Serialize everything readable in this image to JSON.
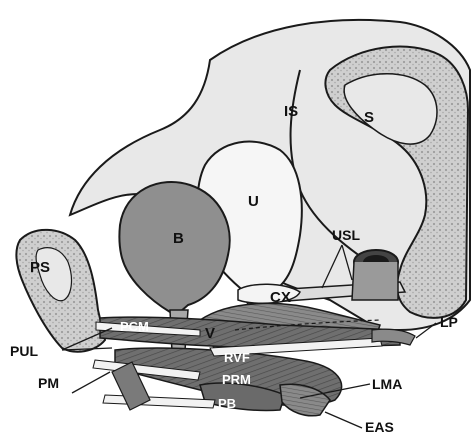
{
  "diagram": {
    "labels": {
      "IS": "IS",
      "S": "S",
      "U": "U",
      "B": "B",
      "PS": "PS",
      "USL": "USL",
      "CX": "CX",
      "PCM": "PCM",
      "V": "V",
      "RVF": "RVF",
      "PRM": "PRM",
      "PB": "PB",
      "PUL": "PUL",
      "PM": "PM",
      "LP": "LP",
      "LMA": "LMA",
      "EAS": "EAS"
    },
    "colors": {
      "outline": "#1a1a1a",
      "bone": "#e6e6e6",
      "bone_texture": "#b9b9b9",
      "organ_light": "#f4f4f4",
      "bladder": "#8c8c8c",
      "muscle": "#7a7a7a",
      "muscle_dark": "#555555"
    }
  }
}
